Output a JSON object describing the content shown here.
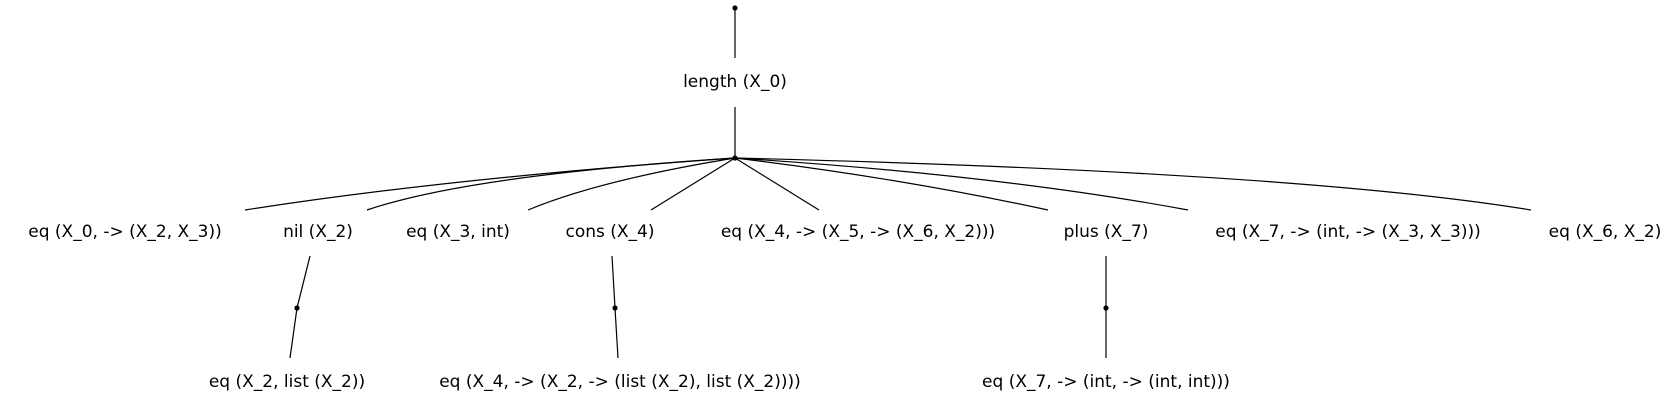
{
  "tree": {
    "root": {
      "label": "length (X_0)"
    },
    "children": [
      {
        "id": "c0",
        "label": "eq (X_0, -> (X_2, X_3))"
      },
      {
        "id": "c1",
        "label": "nil (X_2)",
        "child": "eq (X_2, list (X_2))"
      },
      {
        "id": "c2",
        "label": "eq (X_3, int)"
      },
      {
        "id": "c3",
        "label": "cons (X_4)",
        "child": "eq (X_4, -> (X_2, -> (list (X_2), list (X_2))))"
      },
      {
        "id": "c4",
        "label": "eq (X_4, -> (X_5, -> (X_6, X_2)))"
      },
      {
        "id": "c5",
        "label": "plus (X_7)",
        "child": "eq (X_7, -> (int, -> (int, int)))"
      },
      {
        "id": "c6",
        "label": "eq (X_7, -> (int, -> (X_3, X_3)))"
      },
      {
        "id": "c7",
        "label": "eq (X_6, X_2)"
      }
    ]
  },
  "colors": {
    "edge": "#000000",
    "text": "#000000",
    "background": "#ffffff"
  }
}
